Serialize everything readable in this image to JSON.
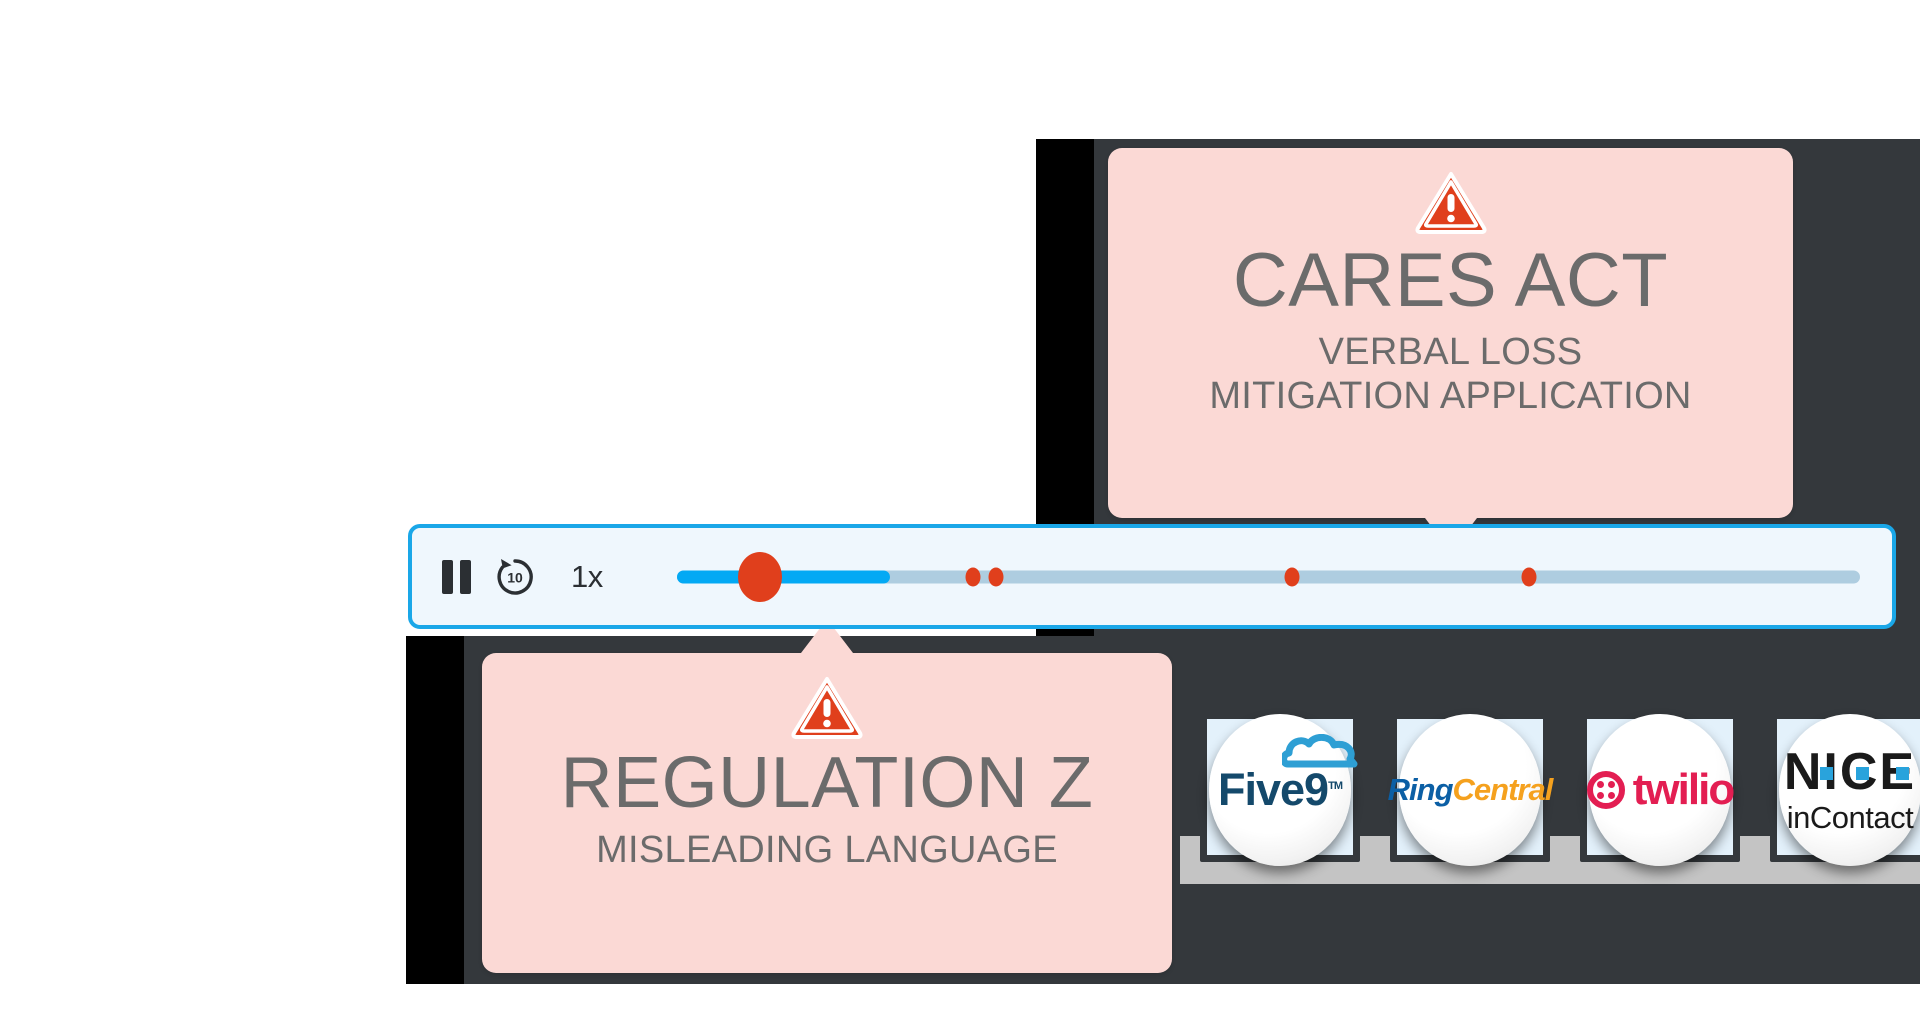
{
  "player": {
    "pause_label": "Pause",
    "replay_label": "Replay 10 seconds",
    "replay_seconds": "10",
    "speed": "1x",
    "accent_color": "#1aa7e8",
    "fill_color": "#03a9f4",
    "track_color": "#aecde0",
    "marker_color": "#e03f1c",
    "background_color": "#eff7fd",
    "progress_percent": 7,
    "markers": [
      {
        "name": "regulation-z",
        "percent": 7
      },
      {
        "name": "marker-2",
        "percent": 25
      },
      {
        "name": "marker-3",
        "percent": 27
      },
      {
        "name": "cares-act",
        "percent": 52
      },
      {
        "name": "marker-5",
        "percent": 72
      }
    ]
  },
  "tooltips": [
    {
      "id": "cares-act",
      "icon": "warning-triangle-icon",
      "title": "CARES ACT",
      "subtitle_line1": "VERBAL LOSS",
      "subtitle_line2": "MITIGATION APPLICATION",
      "background_color": "#fbd9d5",
      "text_color": "#6b6b6b",
      "icon_color": "#e03f1c"
    },
    {
      "id": "regulation-z",
      "icon": "warning-triangle-icon",
      "title": "REGULATION Z",
      "subtitle_line1": "MISLEADING LANGUAGE",
      "subtitle_line2": "",
      "background_color": "#fbd9d5",
      "text_color": "#6b6b6b",
      "icon_color": "#e03f1c"
    }
  ],
  "integrations": [
    {
      "name": "five9",
      "label": "Five9",
      "trademark": "TM",
      "primary_color": "#14496b",
      "accent_color": "#2e9fd4"
    },
    {
      "name": "ringcentral",
      "label": "RingCentral",
      "word1": "Ring",
      "word2": "Central",
      "primary_color": "#0b5fa5",
      "accent_color": "#f5a11e"
    },
    {
      "name": "twilio",
      "label": "twilio",
      "primary_color": "#e31e52",
      "accent_color": "#e31e52"
    },
    {
      "name": "nice-incontact",
      "label": "NICE inContact",
      "word1": "NICE",
      "word2": "inContact",
      "primary_color": "#1a1a1a",
      "accent_color": "#29a3dc"
    }
  ]
}
